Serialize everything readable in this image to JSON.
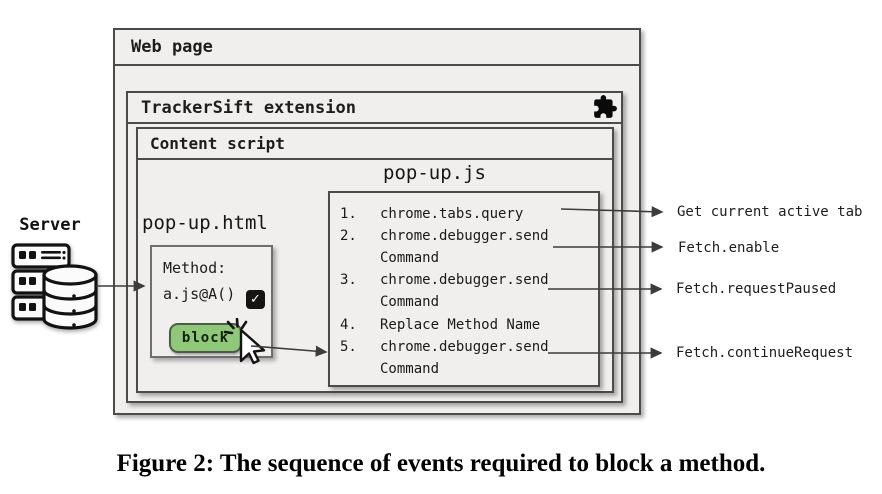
{
  "diagram": {
    "web_page": {
      "title": "Web page"
    },
    "extension": {
      "title": "TrackerSift extension",
      "icon": "puzzle-icon"
    },
    "content_script": {
      "title": "Content script"
    },
    "popup_html": {
      "title": "pop-up.html",
      "method_label": "Method:",
      "method_value": "a.js@A()",
      "checkbox_checked": true,
      "checkbox_glyph": "✓",
      "block_button_label": "block"
    },
    "popup_js": {
      "title": "pop-up.js",
      "rows": [
        {
          "num": "1.",
          "text": "chrome.tabs.query"
        },
        {
          "num": "2.",
          "text": "chrome.debugger.send"
        },
        {
          "num": "",
          "text": "Command"
        },
        {
          "num": "3.",
          "text": "chrome.debugger.send"
        },
        {
          "num": "",
          "text": "Command"
        },
        {
          "num": "4.",
          "text": "Replace Method Name"
        },
        {
          "num": "5.",
          "text": "chrome.debugger.send"
        },
        {
          "num": "",
          "text": "Command"
        }
      ]
    },
    "server": {
      "label": "Server"
    },
    "annotations": [
      "Get current active tab",
      "Fetch.enable",
      "Fetch.requestPaused",
      "Fetch.continueRequest"
    ]
  },
  "caption": "Figure 2: The sequence of events required to block a method.",
  "colors": {
    "box_fill": "#f0efee",
    "border": "#4b4b4b",
    "button_green": "#8ec878",
    "button_border": "#4f5a49",
    "arrow": "#3c3c3c",
    "checkbox": "#141414"
  }
}
